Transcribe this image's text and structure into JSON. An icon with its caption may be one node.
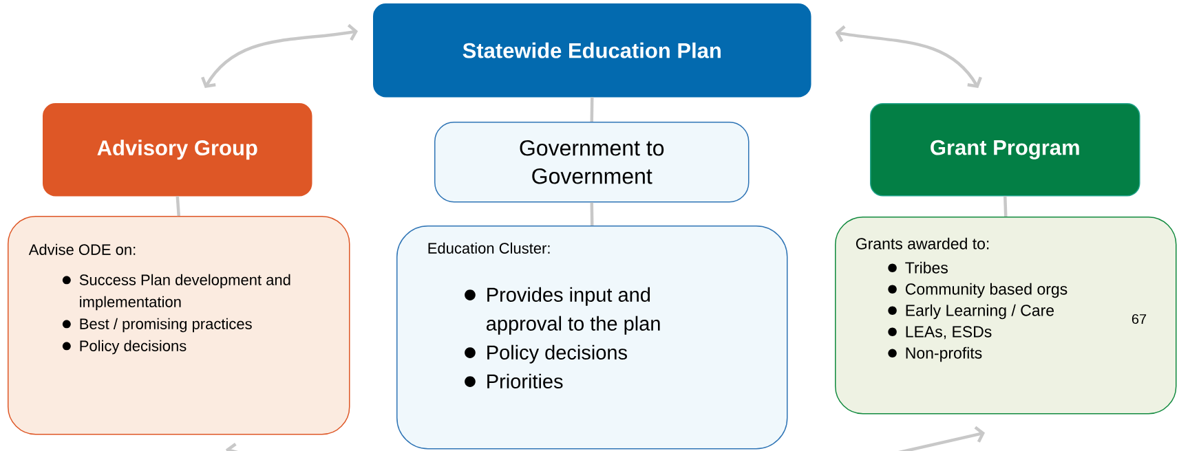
{
  "diagram": {
    "nodes": [
      {
        "text": [
          "Statewide Education Plan"
        ]
      },
      {
        "text": [
          "Advisory Group"
        ]
      },
      {
        "text": [
          "Advise ODE on:",
          "Success Plan development and implementation",
          "Best / promising practices",
          "Policy decisions"
        ]
      },
      {
        "text": [
          "Government to Government"
        ]
      },
      {
        "text": [
          "Education Cluster:",
          "Provides input and approval to the plan",
          "Policy decisions",
          "Priorities"
        ]
      },
      {
        "text": [
          "Grant Program"
        ]
      },
      {
        "text": [
          "Grants awarded to:",
          "Tribes",
          "Community based orgs",
          "Early Learning / Care",
          "LEAs, ESDs",
          "Non-profits"
        ]
      }
    ],
    "edges": [
      {
        "from": 0,
        "to": 1,
        "arrow": "both"
      },
      {
        "from": 0,
        "to": 5,
        "arrow": "both"
      },
      {
        "from": 0,
        "to": 3,
        "arrow": "none"
      },
      {
        "from": 3,
        "to": 4,
        "arrow": "none"
      },
      {
        "from": 1,
        "to": 2,
        "arrow": "none"
      },
      {
        "from": 5,
        "to": 6,
        "arrow": "none"
      },
      {
        "from": null,
        "to": 2,
        "arrow": "to"
      },
      {
        "from": null,
        "to": 6,
        "arrow": "to"
      }
    ],
    "labels": [
      "67"
    ]
  }
}
